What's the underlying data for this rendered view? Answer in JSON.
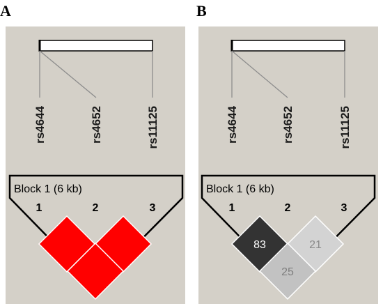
{
  "colors": {
    "panel_bg": "#d4d0c8",
    "red": "#ff0000",
    "dark": "#333333",
    "light_gray": "#d3d3d3",
    "mid_gray": "#c2c2c2"
  },
  "panels": [
    {
      "id": "A",
      "letter": "A",
      "block_label": "Block 1 (6 kb)",
      "snps": [
        "rs4644",
        "rs4652",
        "rs11125"
      ],
      "indices": [
        "1",
        "2",
        "3"
      ],
      "cells": [
        {
          "pair": "1-2",
          "value": "",
          "color": "#ff0000"
        },
        {
          "pair": "2-3",
          "value": "",
          "color": "#ff0000"
        },
        {
          "pair": "1-3",
          "value": "",
          "color": "#ff0000"
        }
      ]
    },
    {
      "id": "B",
      "letter": "B",
      "block_label": "Block 1 (6 kb)",
      "snps": [
        "rs4644",
        "rs4652",
        "rs11125"
      ],
      "indices": [
        "1",
        "2",
        "3"
      ],
      "cells": [
        {
          "pair": "1-2",
          "value": "83",
          "color": "#333333"
        },
        {
          "pair": "2-3",
          "value": "21",
          "color": "#d3d3d3"
        },
        {
          "pair": "1-3",
          "value": "25",
          "color": "#c2c2c2"
        }
      ]
    }
  ]
}
